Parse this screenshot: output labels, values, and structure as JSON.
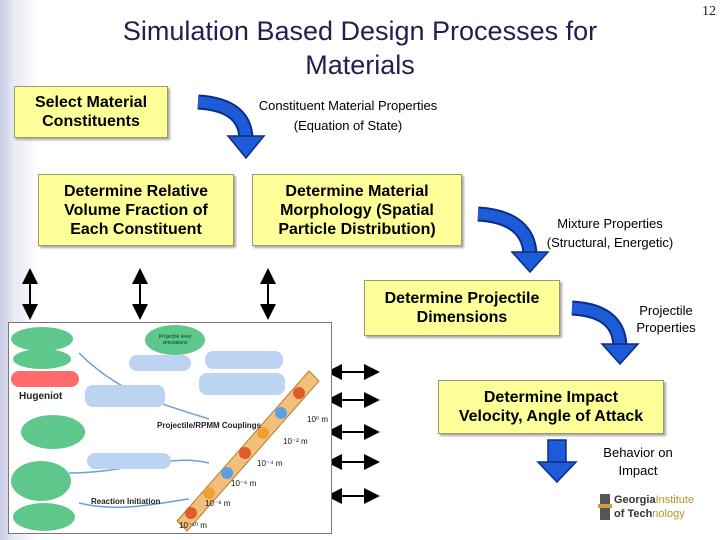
{
  "slide": {
    "title_line1": "Simulation Based Design Processes for",
    "title_line2": "Materials",
    "page_number": "12"
  },
  "boxes": {
    "select": [
      "Select Material",
      "Constituents"
    ],
    "volume": [
      "Determine Relative",
      "Volume Fraction of",
      "Each Constituent"
    ],
    "morphology": [
      "Determine Material",
      "Morphology (Spatial",
      "Particle Distribution)"
    ],
    "projectile": [
      "Determine Projectile",
      "Dimensions"
    ],
    "impact": [
      "Determine Impact",
      "Velocity, Angle of Attack"
    ]
  },
  "labels": {
    "constituent": [
      "Constituent Material Properties",
      "(Equation of State)"
    ],
    "mixture": [
      "Mixture Properties",
      "(Structural, Energetic)"
    ],
    "projectile_props": [
      "Projectile",
      "Properties"
    ],
    "behavior": [
      "Behavior on",
      "Impact"
    ]
  },
  "inset": {
    "header_blob": "Projectile level simulations",
    "hugeniot": "Hugeniot",
    "couplings": "Projectile/RPMM Couplings",
    "reaction": "Reaction Initiation",
    "scales": {
      "s0": "10⁰ m",
      "s2": "10⁻² m",
      "s4": "10⁻⁴ m",
      "s6": "10⁻⁶ m",
      "s8": "10⁻⁸ m",
      "s10": "10⁻¹⁰ m"
    }
  },
  "logo": {
    "line1": "Georgia",
    "line1b": "Institute",
    "line2": "of Tech",
    "line2b": "nology"
  },
  "colors": {
    "box_fill": "#ffff99",
    "arrow_blue": "#1e5bd6",
    "title_color": "#1f1f55"
  }
}
